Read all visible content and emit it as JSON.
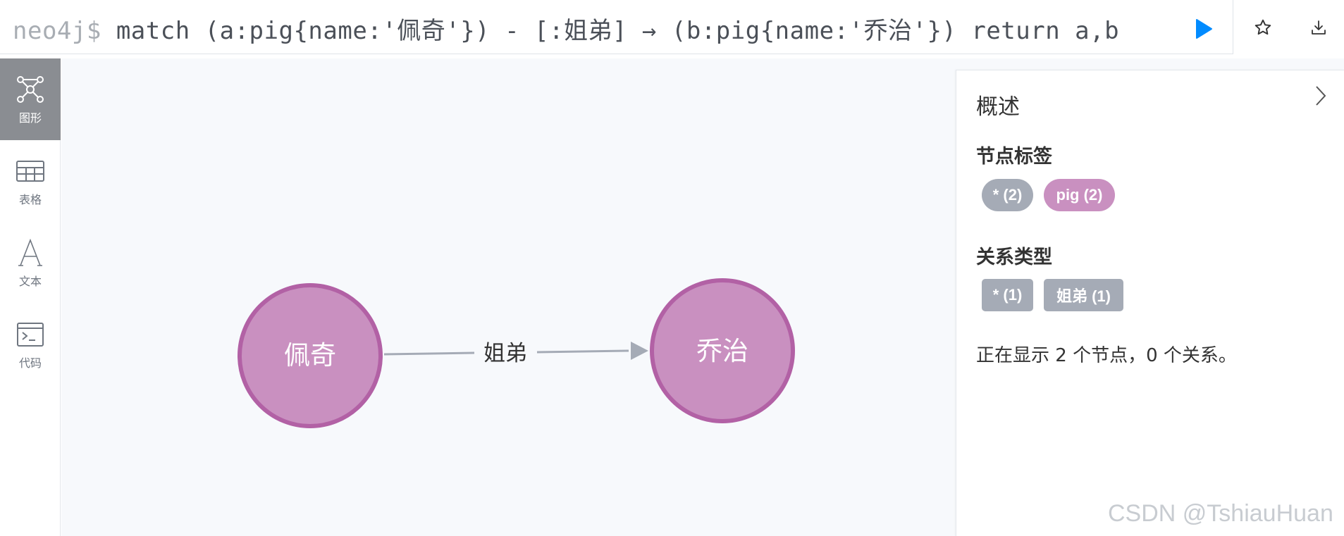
{
  "query": {
    "prompt": "neo4j$",
    "text": "match (a:pig{name:'佩奇'}) - [:姐弟] → (b:pig{name:'乔治'}) return a,b",
    "run_icon": "play-icon"
  },
  "toolbar": {
    "star_icon": "star-icon",
    "download_icon": "download-icon"
  },
  "rail": {
    "items": [
      {
        "label": "图形",
        "icon": "graph-icon",
        "active": true
      },
      {
        "label": "表格",
        "icon": "table-icon",
        "active": false
      },
      {
        "label": "文本",
        "icon": "text-icon",
        "active": false
      },
      {
        "label": "代码",
        "icon": "code-icon",
        "active": false
      }
    ]
  },
  "graph": {
    "nodes": [
      {
        "label": "佩奇",
        "color": "#c990c0",
        "border": "#b261a5"
      },
      {
        "label": "乔治",
        "color": "#c990c0",
        "border": "#b261a5"
      }
    ],
    "relationship": {
      "label": "姐弟",
      "color": "#a5abb6"
    }
  },
  "overview": {
    "title": "概述",
    "node_labels_title": "节点标签",
    "node_labels": [
      {
        "text": "* (2)",
        "color": "#a5abb6"
      },
      {
        "text": "pig (2)",
        "color": "#c990c0"
      }
    ],
    "rel_types_title": "关系类型",
    "rel_types": [
      {
        "text": "* (1)",
        "color": "#a5abb6"
      },
      {
        "text": "姐弟 (1)",
        "color": "#a5abb6"
      }
    ],
    "summary": "正在显示 2 个节点，0 个关系。"
  },
  "watermark": "CSDN @TshiauHuan",
  "colors": {
    "accent": "#018bff",
    "rail_active": "#8a8d92"
  }
}
